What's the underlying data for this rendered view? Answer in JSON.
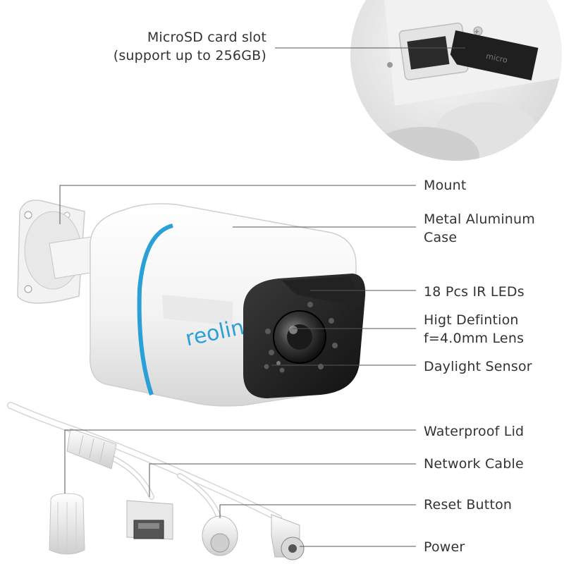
{
  "sd_callout": {
    "line1": "MicroSD card slot",
    "line2": "(support up to 256GB)",
    "card_text": "micro"
  },
  "brand": {
    "logo_text": "reolink",
    "accent_color": "#2aa0d8"
  },
  "labels": {
    "mount": "Mount",
    "case_line1": "Metal Aluminum",
    "case_line2": "Case",
    "ir_leds": "18 Pcs IR LEDs",
    "lens_line1": "Higt Defintion",
    "lens_line2": "f=4.0mm Lens",
    "daylight_sensor": "Daylight Sensor",
    "waterproof_lid": "Waterproof Lid",
    "network_cable": "Network Cable",
    "reset_button": "Reset Button",
    "power": "Power"
  },
  "colors": {
    "leader_line": "#555555",
    "text": "#333333"
  }
}
